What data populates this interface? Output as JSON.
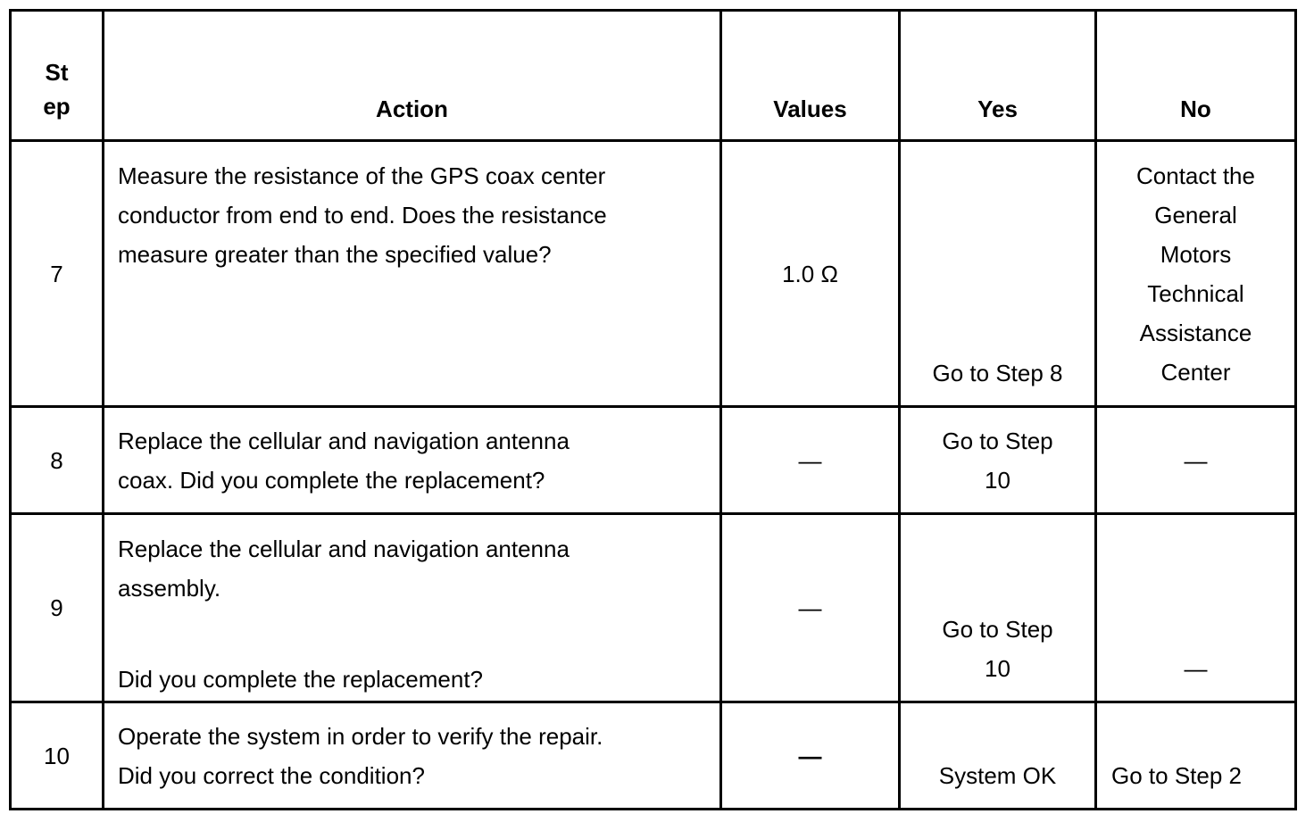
{
  "table": {
    "headers": {
      "step_line1": "St",
      "step_line2": "ep",
      "action": "Action",
      "values": "Values",
      "yes": "Yes",
      "no": "No"
    },
    "rows": [
      {
        "step": "7",
        "action_lines": [
          "Measure the resistance of the GPS coax center",
          "conductor from end to end. Does the resistance",
          "measure greater than the specified value?"
        ],
        "value": "1.0 Ω",
        "yes": "Go to Step 8",
        "no_lines": [
          "Contact the",
          "General",
          "Motors",
          "Technical",
          "Assistance",
          "Center"
        ]
      },
      {
        "step": "8",
        "action_lines": [
          "Replace the cellular and navigation antenna",
          "coax. Did you complete the replacement?"
        ],
        "value": "—",
        "yes_lines": [
          "Go to Step",
          "10"
        ],
        "no": "—"
      },
      {
        "step": "9",
        "action_lines": [
          "Replace the cellular and navigation antenna",
          "assembly."
        ],
        "action_question": "Did you complete the replacement?",
        "value": "—",
        "yes_lines": [
          "Go to Step",
          "10"
        ],
        "no": "—"
      },
      {
        "step": "10",
        "action_lines": [
          "Operate the system in order to verify the repair.",
          "Did you correct the condition?"
        ],
        "value": "—",
        "yes": "System OK",
        "no": "Go to Step 2"
      }
    ]
  }
}
